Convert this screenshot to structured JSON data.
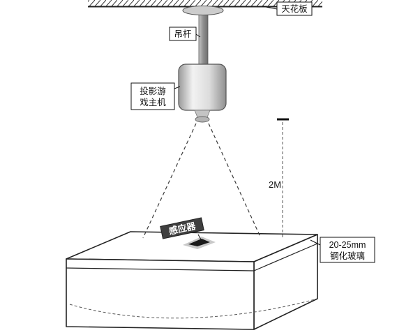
{
  "labels": {
    "ceiling": "天花板",
    "rod": "吊杆",
    "projector_line1": "投影游",
    "projector_line2": "戏主机",
    "height": "2M",
    "sensor": "感应器",
    "glass_line1": "20-25mm",
    "glass_line2": "钢化玻璃"
  },
  "colors": {
    "line": "#222222",
    "label_background": "#ffffff",
    "sensor_label_background": "#3f3f3f",
    "sensor_label_text": "#ffffff"
  }
}
